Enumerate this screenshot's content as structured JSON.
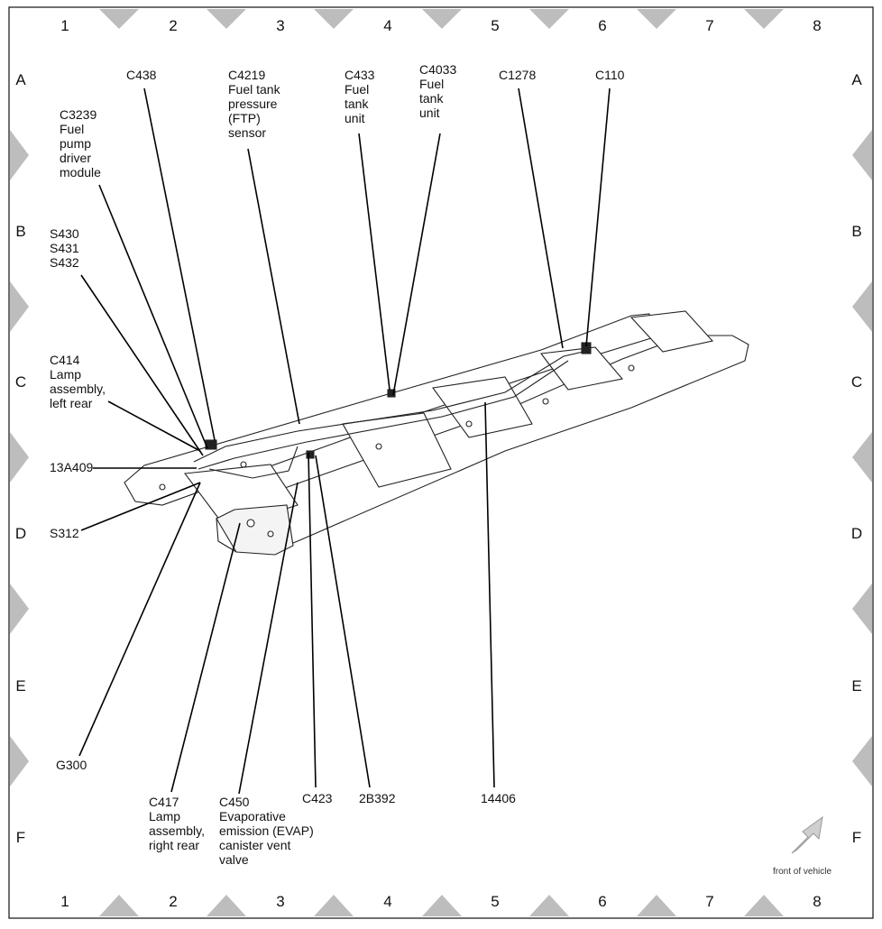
{
  "grid": {
    "columns": [
      "1",
      "2",
      "3",
      "4",
      "5",
      "6",
      "7",
      "8"
    ],
    "rows": [
      "A",
      "B",
      "C",
      "D",
      "E",
      "F"
    ]
  },
  "callouts": [
    {
      "id": "c438",
      "lines": [
        "C438"
      ]
    },
    {
      "id": "c3239",
      "lines": [
        "C3239",
        "Fuel",
        "pump",
        "driver",
        "module"
      ]
    },
    {
      "id": "c4219",
      "lines": [
        "C4219",
        "Fuel tank",
        "pressure",
        "(FTP)",
        "sensor"
      ]
    },
    {
      "id": "c433",
      "lines": [
        "C433",
        "Fuel",
        "tank",
        "unit"
      ]
    },
    {
      "id": "c4033",
      "lines": [
        "C4033",
        "Fuel",
        "tank",
        "unit"
      ]
    },
    {
      "id": "c1278",
      "lines": [
        "C1278"
      ]
    },
    {
      "id": "c110",
      "lines": [
        "C110"
      ]
    },
    {
      "id": "s430",
      "lines": [
        "S430",
        "S431",
        "S432"
      ]
    },
    {
      "id": "c414",
      "lines": [
        "C414",
        "Lamp",
        "assembly,",
        "left rear"
      ]
    },
    {
      "id": "13a409",
      "lines": [
        "13A409"
      ]
    },
    {
      "id": "s312",
      "lines": [
        "S312"
      ]
    },
    {
      "id": "g300",
      "lines": [
        "G300"
      ]
    },
    {
      "id": "c417",
      "lines": [
        "C417",
        "Lamp",
        "assembly,",
        "right rear"
      ]
    },
    {
      "id": "c450",
      "lines": [
        "C450",
        "Evaporative",
        "emission (EVAP)",
        "canister vent",
        "valve"
      ]
    },
    {
      "id": "c423",
      "lines": [
        "C423"
      ]
    },
    {
      "id": "2b392",
      "lines": [
        "2B392"
      ]
    },
    {
      "id": "14406",
      "lines": [
        "14406"
      ]
    }
  ],
  "front_of_vehicle": "front of vehicle",
  "colors": {
    "line": "#000000",
    "frame_fill": "#ffffff",
    "triangle": "#bdbdbd"
  }
}
